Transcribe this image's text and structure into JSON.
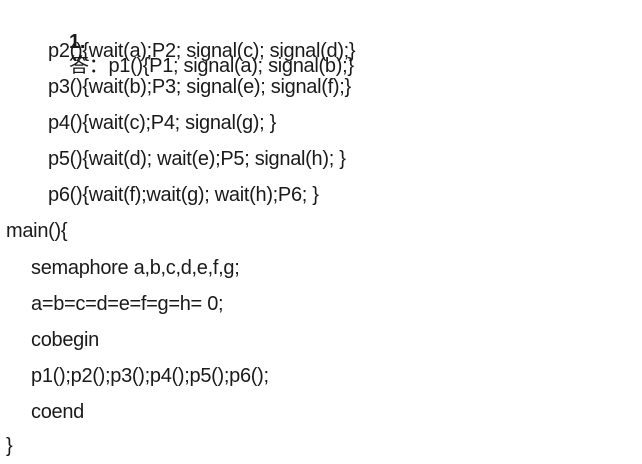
{
  "answer": {
    "number": "1.",
    "label": "答：",
    "lines": [
      "p1(){P1; signal(a); signal(b);}",
      "p2(){wait(a);P2; signal(c); signal(d);}",
      "p3(){wait(b);P3; signal(e); signal(f);}",
      "p4(){wait(c);P4; signal(g); }",
      "p5(){wait(d); wait(e);P5; signal(h); }",
      "p6(){wait(f);wait(g); wait(h);P6; }",
      "main(){",
      "semaphore a,b,c,d,e,f,g;",
      "a=b=c=d=e=f=g=h= 0;",
      "cobegin",
      "p1();p2();p3();p4();p5();p6();",
      "coend",
      "}"
    ]
  }
}
